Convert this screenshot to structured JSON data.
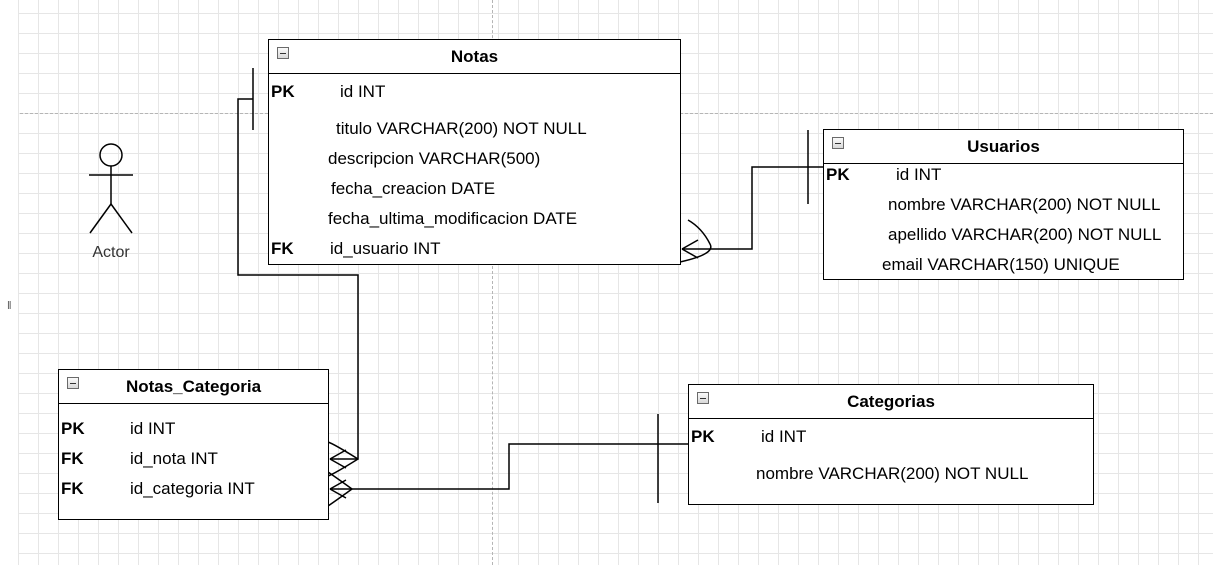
{
  "actor": {
    "label": "Actor"
  },
  "tables": {
    "notas": {
      "title": "Notas",
      "rows": [
        {
          "key": "PK",
          "field": "id INT"
        },
        {
          "key": "",
          "field": "titulo VARCHAR(200) NOT NULL"
        },
        {
          "key": "",
          "field": "descripcion VARCHAR(500)"
        },
        {
          "key": "",
          "field": "fecha_creacion DATE"
        },
        {
          "key": "",
          "field": "fecha_ultima_modificacion DATE"
        },
        {
          "key": "FK",
          "field": "id_usuario INT"
        }
      ]
    },
    "usuarios": {
      "title": "Usuarios",
      "rows": [
        {
          "key": "PK",
          "field": "id  INT"
        },
        {
          "key": "",
          "field": "nombre VARCHAR(200) NOT NULL"
        },
        {
          "key": "",
          "field": "apellido VARCHAR(200) NOT NULL"
        },
        {
          "key": "",
          "field": "email  VARCHAR(150) UNIQUE"
        }
      ]
    },
    "notas_categoria": {
      "title": "Notas_Categoria",
      "rows": [
        {
          "key": "PK",
          "field": "id INT"
        },
        {
          "key": "FK",
          "field": "id_nota INT"
        },
        {
          "key": "FK",
          "field": "id_categoria INT"
        }
      ]
    },
    "categorias": {
      "title": "Categorias",
      "rows": [
        {
          "key": "PK",
          "field": "id INT"
        },
        {
          "key": "",
          "field": "nombre VARCHAR(200) NOT NULL"
        }
      ]
    }
  },
  "side_marker": "‖"
}
